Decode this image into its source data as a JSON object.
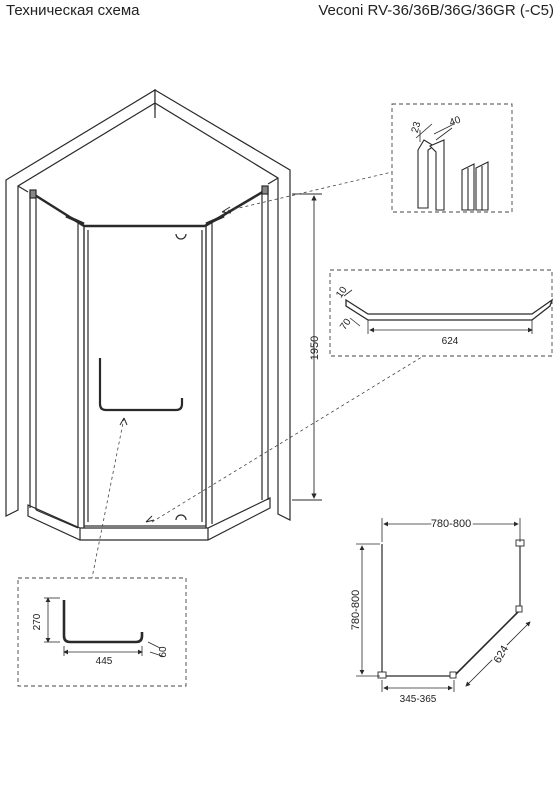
{
  "header": {
    "title_left": "Техническая схема",
    "title_right": "Veconi RV-36/36B/36G/36GR (-C5)"
  },
  "dimensions": {
    "enclosure_height": "1950",
    "profile_depth": "23",
    "profile_width": "40",
    "top_bar_end_a": "10",
    "top_bar_end_b": "70",
    "top_bar_length": "624",
    "handle_height": "270",
    "handle_length": "445",
    "handle_offset": "60",
    "plan_width": "780-800",
    "plan_depth": "780-800",
    "plan_diagonal": "624",
    "plan_door_offset": "345-365"
  },
  "colors": {
    "line": "#2a2a2a",
    "dashed": "#444444",
    "wall_fill": "#ffffff"
  }
}
